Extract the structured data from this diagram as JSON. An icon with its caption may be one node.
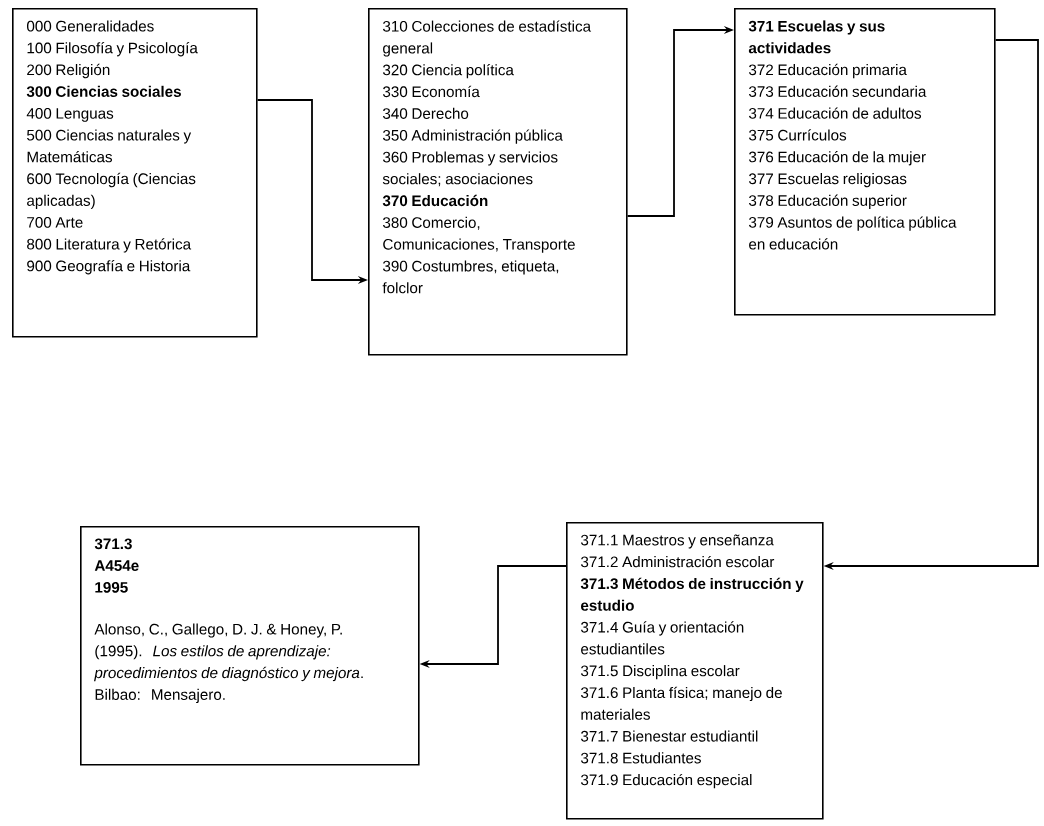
{
  "diagram": {
    "nodes": [
      {
        "text": [
          "000 Generalidades",
          "100 Filosofía y Psicología",
          "200 Religión",
          "**300 Ciencias sociales**",
          "400 Lenguas",
          "500 Ciencias naturales y Matemáticas",
          "600 Tecnología (Ciencias aplicadas)",
          "700 Arte",
          "800 Literatura y Retórica",
          "900 Geografía e Historia"
        ]
      },
      {
        "text": [
          "310 Colecciones de estadística general",
          "320 Ciencia política",
          "330 Economía",
          "340 Derecho",
          "350 Administración pública",
          "360 Problemas y servicios sociales; asociaciones",
          "**370 Educación**",
          "380 Comercio, Comunicaciones, Transporte",
          "390 Costumbres, etiqueta, folclor"
        ]
      },
      {
        "text": [
          "**371 Escuelas y sus actividades**",
          "372 Educación primaria",
          "373 Educación secundaria",
          "374 Educación de adultos",
          "375 Currículos",
          "376 Educación de la mujer",
          "377 Escuelas religiosas",
          "378 Educación superior",
          "379 Asuntos de política pública en educación"
        ]
      },
      {
        "text": [
          "371.1 Maestros y enseñanza",
          "371.2 Administración escolar",
          "**371.3 Métodos de instrucción y estudio**",
          "371.4 Guía y orientación estudiantiles",
          "371.5 Disciplina escolar",
          "371.6 Planta física; manejo de materiales",
          "371.7 Bienestar estudiantil",
          "371.8 Estudiantes",
          "371.9 Educación especial"
        ]
      },
      {
        "text": [
          "**371.3**",
          "**A454e**",
          "**1995**",
          "Alonso, C., Gallego, D. J. & Honey, P. (1995). *Los estilos de aprendizaje: procedimientos de diagnóstico y mejora*. Bilbao: Mensajero."
        ]
      }
    ],
    "edges": [
      {
        "from": 0,
        "to": 1,
        "arrow": "to"
      },
      {
        "from": 1,
        "to": 2,
        "arrow": "to"
      },
      {
        "from": 2,
        "to": 3,
        "arrow": "to"
      },
      {
        "from": 3,
        "to": 4,
        "arrow": "to"
      }
    ]
  }
}
